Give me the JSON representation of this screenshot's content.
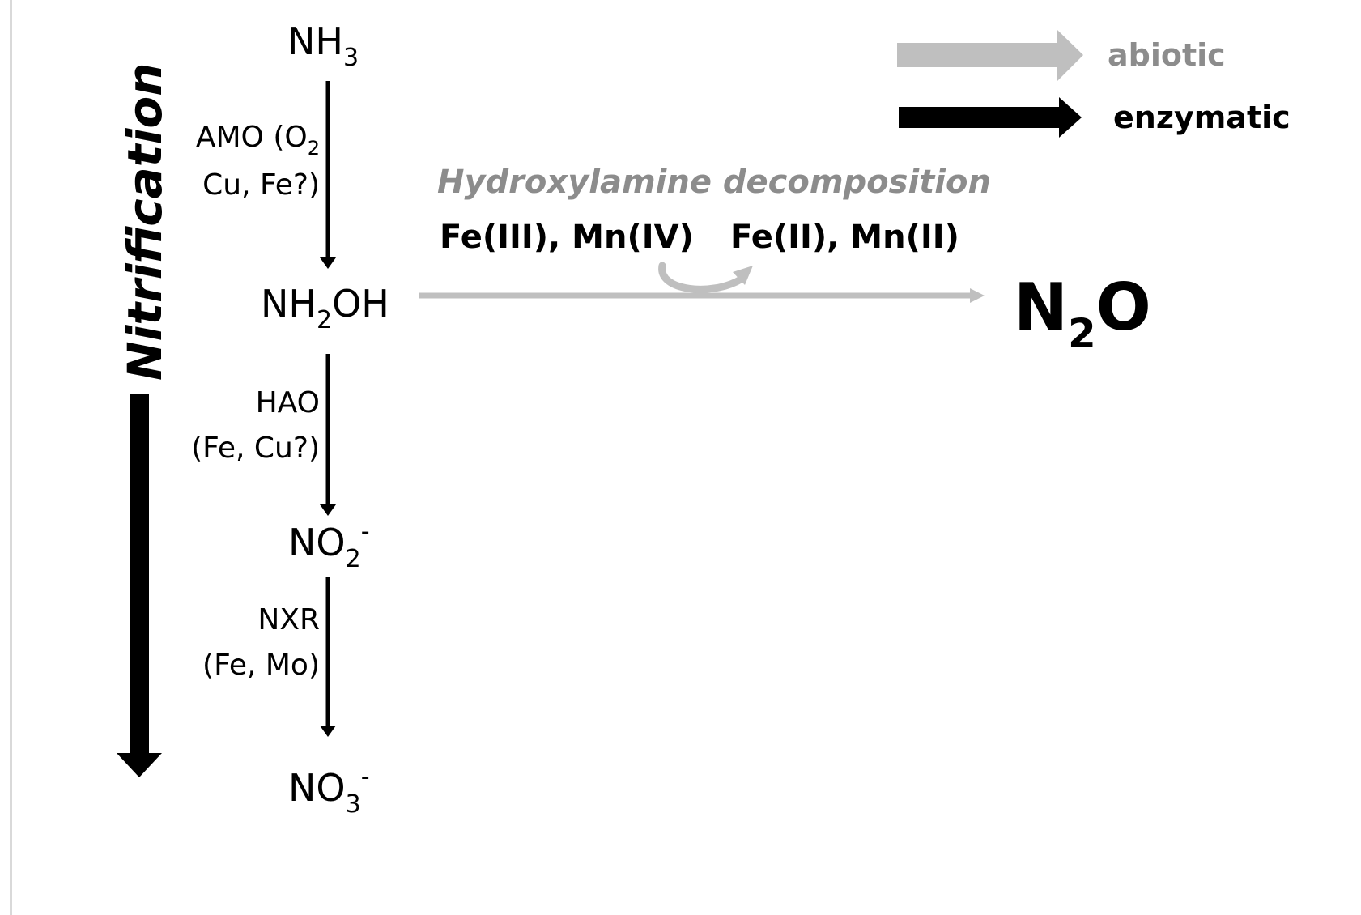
{
  "species": {
    "nh3": {
      "base": "NH",
      "sub": "3",
      "sup": ""
    },
    "nh2oh": {
      "base": "NH",
      "sub": "2",
      "rest": "OH"
    },
    "no2": {
      "base": "NO",
      "sub": "2",
      "sup": "-"
    },
    "no3": {
      "base": "NO",
      "sub": "3",
      "sup": "-"
    },
    "n2o": {
      "base": "N",
      "sub": "2",
      "rest": "O"
    }
  },
  "enzymes": {
    "amo": {
      "line1_main": "AMO (O",
      "line1_sub": "2",
      "line2": "Cu, Fe?)"
    },
    "hao": {
      "line1": "HAO",
      "line2": "(Fe, Cu?)"
    },
    "nxr": {
      "line1": "NXR",
      "line2": "(Fe, Mo)"
    }
  },
  "process_label": "Nitrification",
  "decomposition": {
    "title": "Hydroxylamine decomposition",
    "oxidized": "Fe(III), Mn(IV)",
    "reduced": "Fe(II), Mn(II)"
  },
  "legend": {
    "abiotic": {
      "label": "abiotic",
      "color": "#bfbfbf"
    },
    "enzymatic": {
      "label": "enzymatic",
      "color": "#000000"
    }
  },
  "colors": {
    "abiotic_text": "#8c8c8c",
    "abiotic_arrow": "#bfbfbf",
    "enzymatic_arrow": "#000000"
  }
}
